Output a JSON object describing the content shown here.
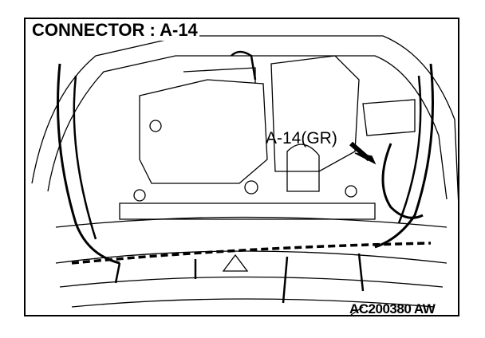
{
  "title": "CONNECTOR : A-14",
  "callout_label": "A-14(GR)",
  "figure_code": "AC200380 AW"
}
